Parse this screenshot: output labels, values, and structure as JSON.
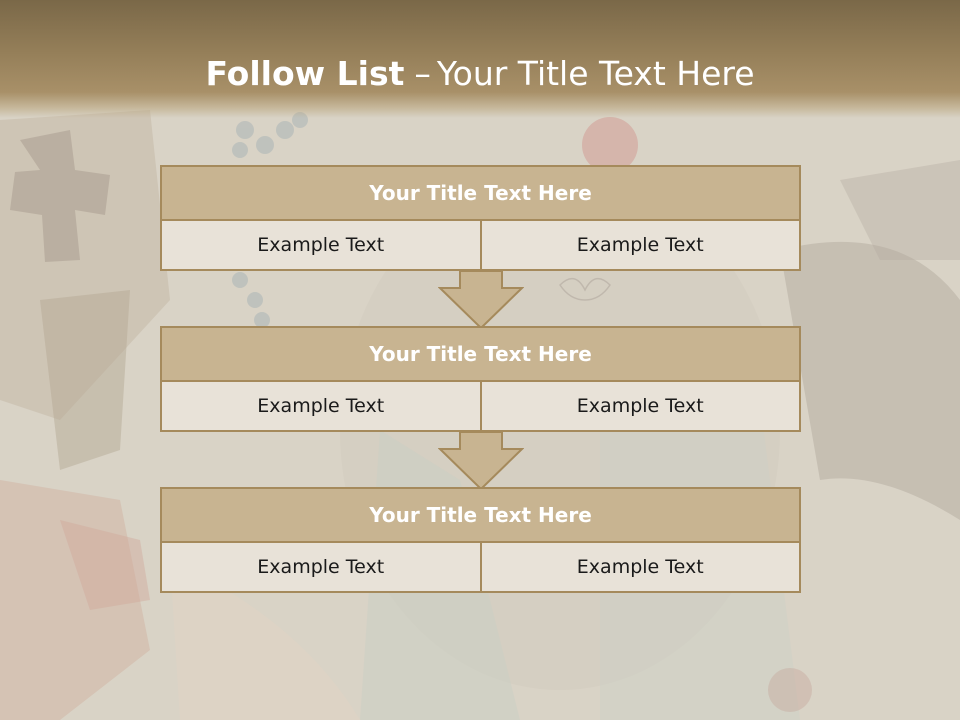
{
  "slide": {
    "title_bold": "Follow List",
    "title_dash": "–",
    "title_rest": "Your Title Text Here"
  },
  "blocks": [
    {
      "header": "Your Title Text Here",
      "cells": [
        "Example Text",
        "Example Text"
      ]
    },
    {
      "header": "Your Title Text Here",
      "cells": [
        "Example Text",
        "Example Text"
      ]
    },
    {
      "header": "Your Title Text Here",
      "cells": [
        "Example Text",
        "Example Text"
      ]
    }
  ],
  "colors": {
    "header_fill": "#c8b491",
    "border": "#a58a5c",
    "row_fill": "#e8e2d8",
    "title_bar": "#957f59"
  }
}
